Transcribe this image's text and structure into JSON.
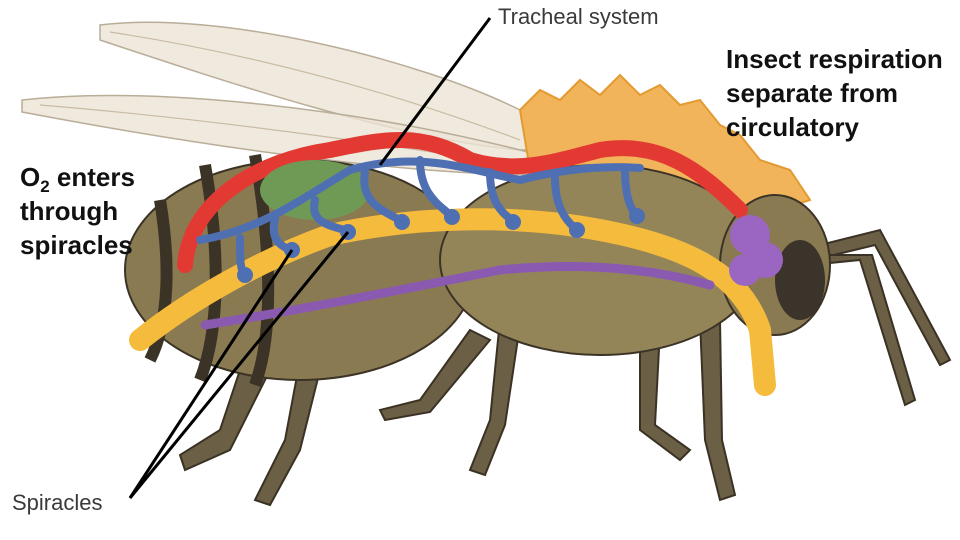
{
  "labels": {
    "tracheal_system": "Tracheal system",
    "spiracles": "Spiracles"
  },
  "notes": {
    "respiration": [
      "Insect respiration",
      "separate from",
      "circulatory"
    ],
    "o2_prefix": "O",
    "o2_subscript": "2",
    "o2_line1_rest": " enters",
    "o2_line2": "through",
    "o2_line3": "spiracles"
  },
  "colors": {
    "body": "#8a7a52",
    "stripe": "#3b3326",
    "trachea": "#4f6fb3",
    "dorsal_vessel": "#e23a32",
    "gut": "#f5bb3c",
    "nerve_cord": "#8a5ab0",
    "brain": "#9a66c2",
    "hair": "#f2b45a",
    "wing": "#e8dcc8",
    "fat_body": "#6f9a55"
  }
}
